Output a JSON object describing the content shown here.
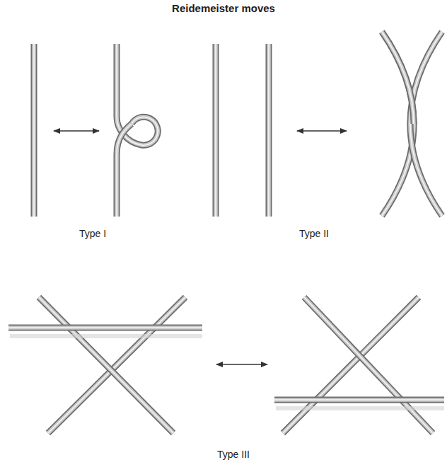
{
  "diagram": {
    "title": "Reidemeister moves",
    "labels": [
      "Type I",
      "Type II",
      "Type III"
    ]
  }
}
